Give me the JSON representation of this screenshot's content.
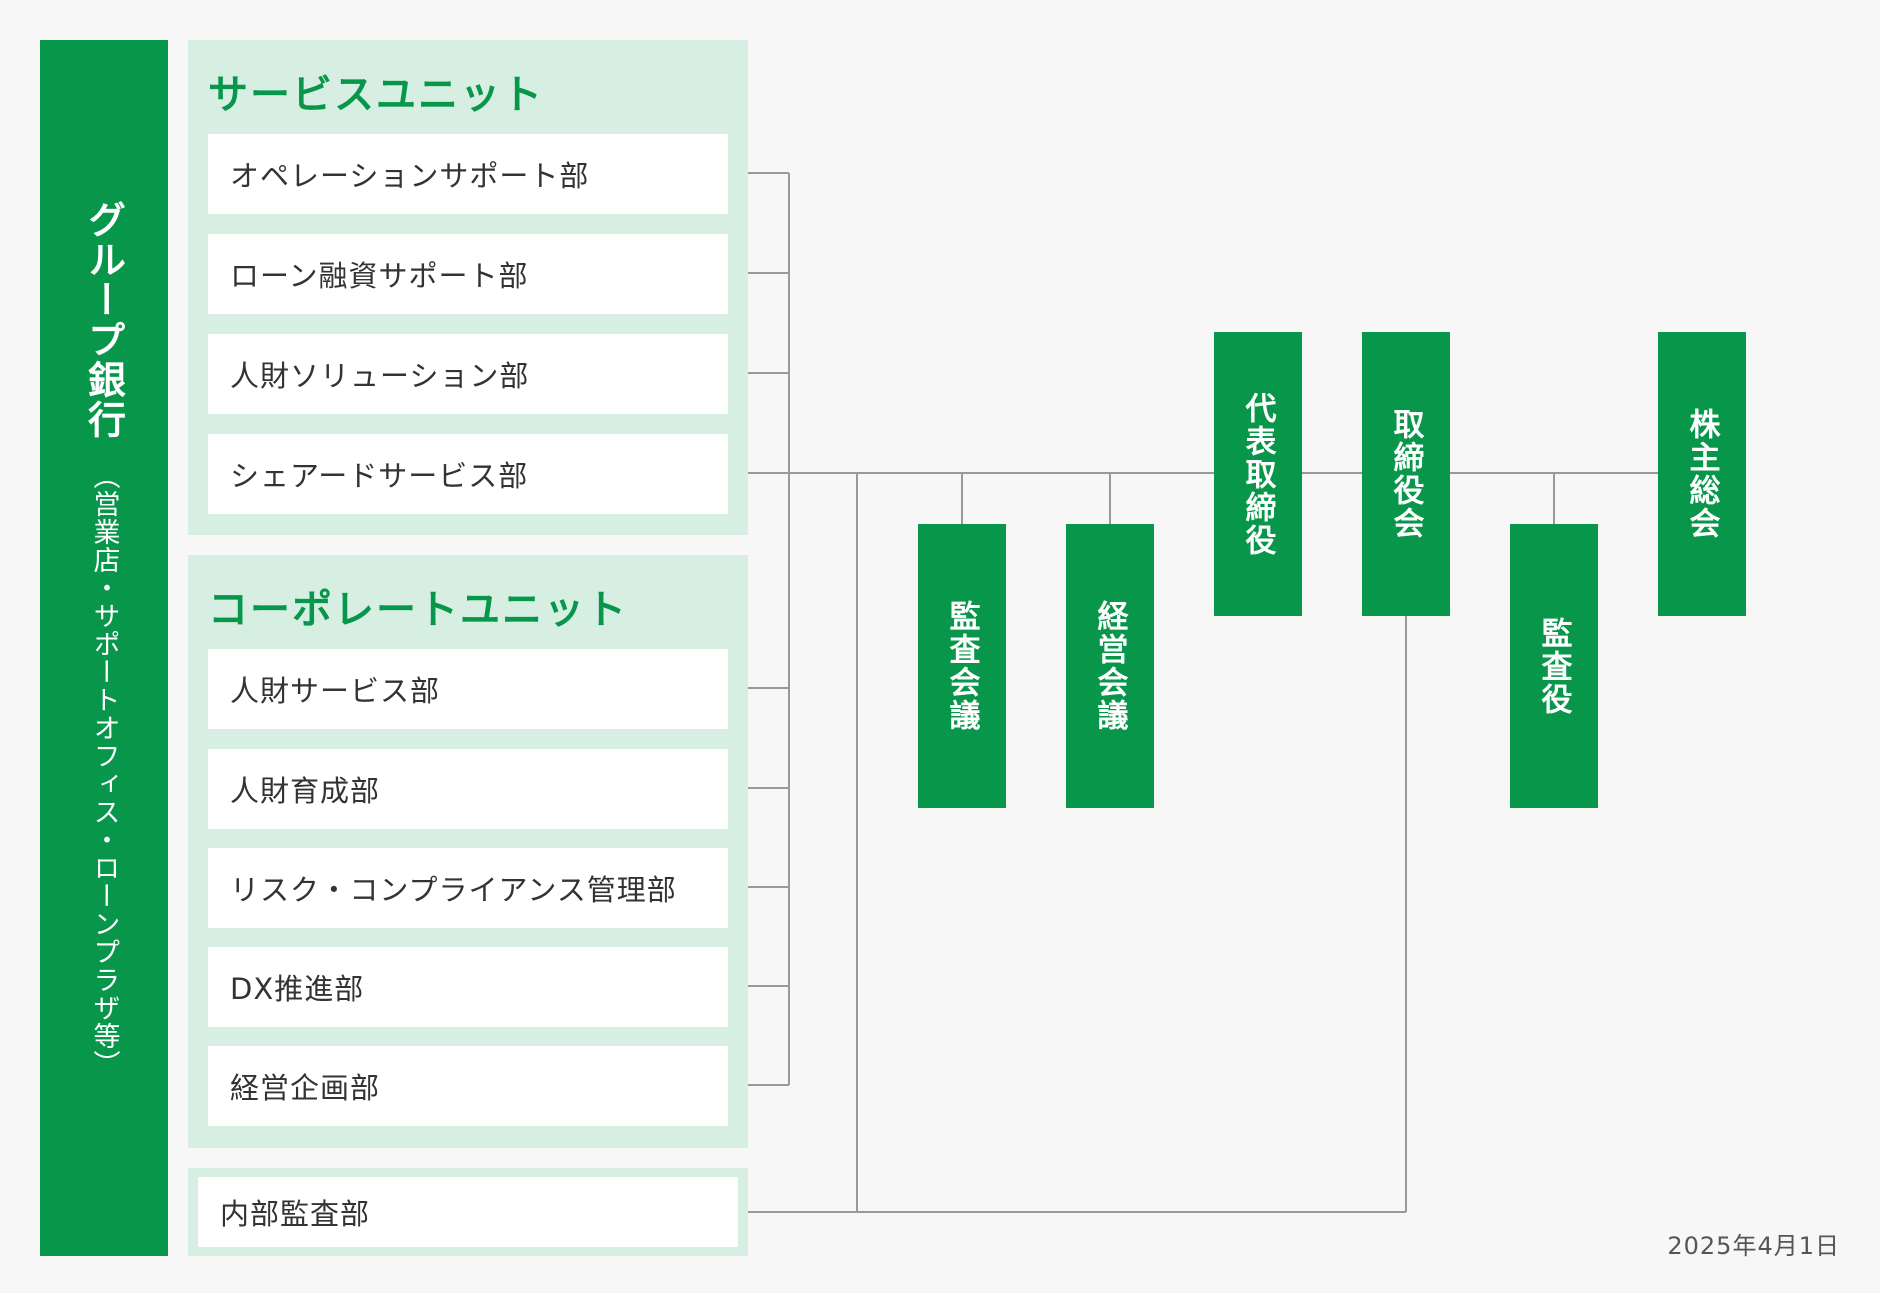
{
  "group_bank": {
    "title": "グループ銀行",
    "subtitle": "（営業店・サポートオフィス・ローンプラザ等）"
  },
  "service_unit": {
    "title": "サービスユニット",
    "departments": [
      "オペレーションサポート部",
      "ローン融資サポート部",
      "人財ソリューション部",
      "シェアードサービス部"
    ]
  },
  "corporate_unit": {
    "title": "コーポレートユニット",
    "departments": [
      "人財サービス部",
      "人財育成部",
      "リスク・コンプライアンス管理部",
      "DX推進部",
      "経営企画部"
    ]
  },
  "internal_audit": "内部監査部",
  "governance": {
    "audit_meeting": "監査会議",
    "management_meeting": "経営会議",
    "representative_director": "代表取締役",
    "board_of_directors": "取締役会",
    "auditor": "監査役",
    "shareholders_meeting": "株主総会"
  },
  "date": "2025年4月1日",
  "colors": {
    "brand_green": "#07964a",
    "panel_green": "#d6efe2",
    "line_gray": "#999999",
    "background": "#f7f7f7"
  }
}
